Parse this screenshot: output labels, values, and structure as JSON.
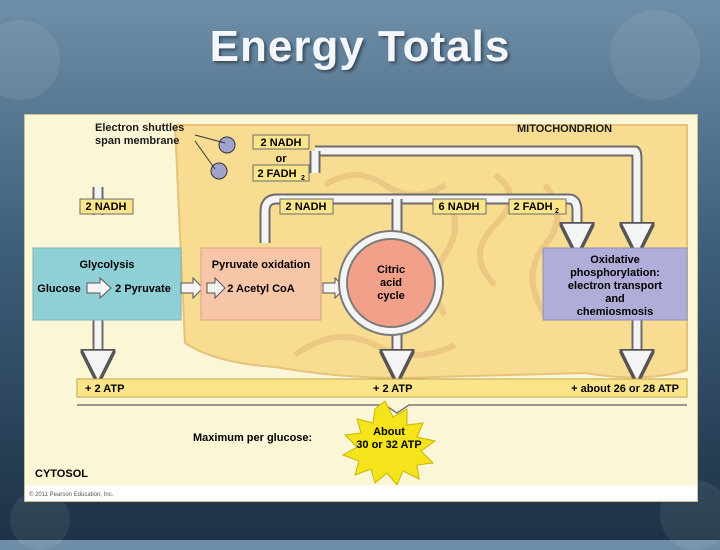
{
  "slide": {
    "title": "Energy Totals"
  },
  "diagram": {
    "shuttle_label_1": "Electron shuttles",
    "shuttle_label_2": "span membrane",
    "mitochondrion": "MITOCHONDRION",
    "cytosol": "CYTOSOL",
    "nadh_2_top": "2 NADH",
    "or": "or",
    "fadh_2_top": "2 FADH",
    "fadh_sub": "2",
    "nadh_2_left": "2 NADH",
    "nadh_2_mid": "2 NADH",
    "nadh_6": "6 NADH",
    "fadh_2_right": "2 FADH",
    "glycolysis": {
      "title": "Glycolysis",
      "input": "Glucose",
      "output": "2 Pyruvate"
    },
    "pyruvate_oxidation": {
      "title": "Pyruvate oxidation",
      "output": "2 Acetyl CoA"
    },
    "citric": {
      "line1": "Citric",
      "line2": "acid",
      "line3": "cycle"
    },
    "oxphos": {
      "line1": "Oxidative",
      "line2": "phosphorylation:",
      "line3": "electron transport",
      "line4": "and",
      "line5": "chemiosmosis"
    },
    "atp_1": "+ 2 ATP",
    "atp_2": "+ 2 ATP",
    "atp_3": "+ about 26 or 28  ATP",
    "max_label": "Maximum per glucose:",
    "burst_1": "About",
    "burst_2": "30 or 32 ATP",
    "copyright": "© 2011 Pearson Education, Inc."
  },
  "colors": {
    "cytosol_bg": "#fbf6d6",
    "mitochondrion": "#f7dc92",
    "glycolysis_box": "#8fd0d6",
    "pyruvate_box": "#f7c5a8",
    "citric_circle": "#f2a08a",
    "oxphos_box": "#b0aed8",
    "label_box": "#fbe58a",
    "burst": "#f5e41b"
  }
}
